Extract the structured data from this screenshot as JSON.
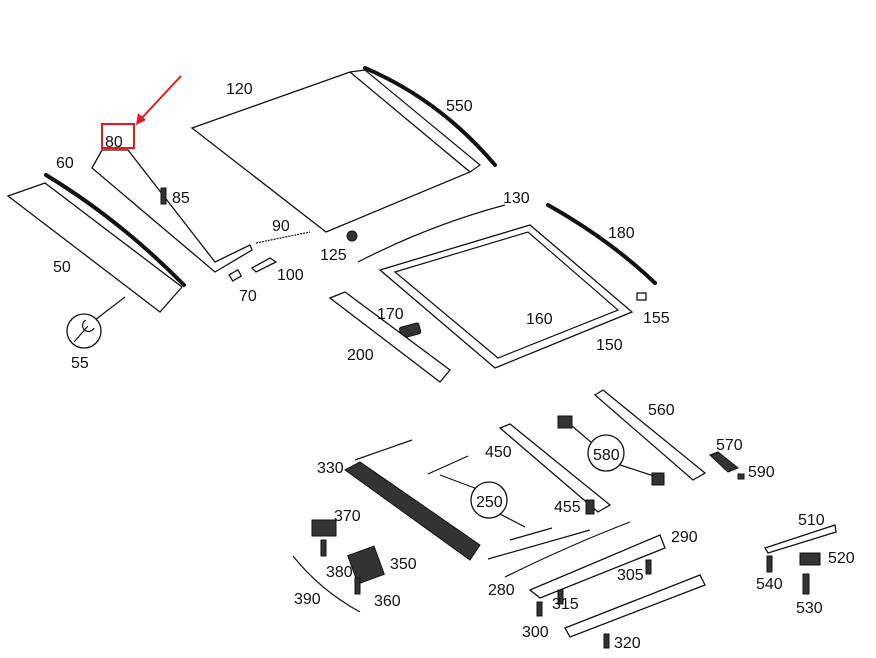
{
  "diagram": {
    "highlight_color": "#e8161b",
    "highlighted_part": "80",
    "labels": {
      "p120": "120",
      "p550": "550",
      "p80": "80",
      "p60": "60",
      "p85": "85",
      "p90": "90",
      "p130": "130",
      "p180": "180",
      "p125": "125",
      "p100": "100",
      "p50": "50",
      "p70": "70",
      "p155": "155",
      "p170": "170",
      "p160": "160",
      "p150": "150",
      "p200": "200",
      "p55": "55",
      "p560": "560",
      "p450": "450",
      "p570": "570",
      "p580": "580",
      "p590": "590",
      "p330": "330",
      "p250": "250",
      "p455": "455",
      "p370": "370",
      "p510": "510",
      "p290": "290",
      "p520": "520",
      "p350": "350",
      "p380": "380",
      "p305": "305",
      "p540": "540",
      "p280": "280",
      "p390": "390",
      "p360": "360",
      "p315": "315",
      "p530": "530",
      "p300": "300",
      "p320": "320"
    }
  }
}
